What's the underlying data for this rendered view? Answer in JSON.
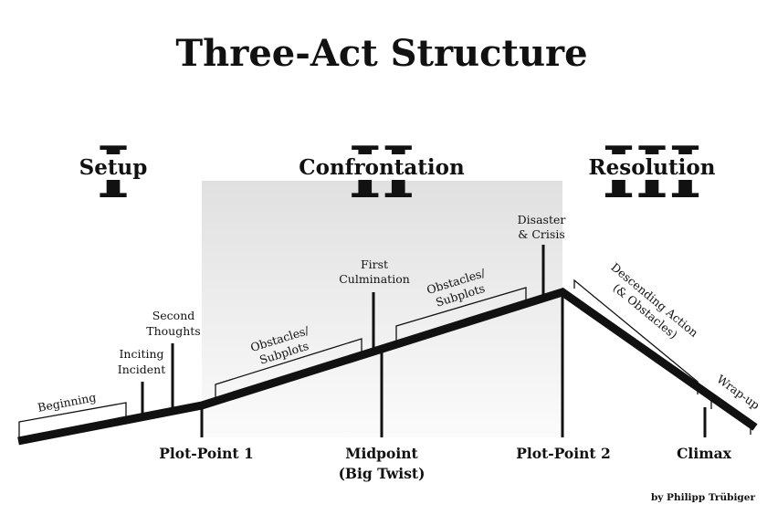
{
  "title": "Three-Act Structure",
  "acts": [
    {
      "numeral": "I",
      "name": "Setup"
    },
    {
      "numeral": "II",
      "name": "Confrontation"
    },
    {
      "numeral": "III",
      "name": "Resolution"
    }
  ],
  "brackets": {
    "beginning": "Beginning",
    "obstacles_subplots_1": [
      "Obstacles/",
      "Subplots"
    ],
    "obstacles_subplots_2": [
      "Obstacles/",
      "Subplots"
    ],
    "descending_action": [
      "Descending Action",
      "(& Obstacles)"
    ],
    "wrap_up": "Wrap-up"
  },
  "events": {
    "inciting_incident": [
      "Inciting",
      "Incident"
    ],
    "second_thoughts": [
      "Second",
      "Thoughts"
    ],
    "first_culmination": [
      "First",
      "Culmination"
    ],
    "disaster_crisis": [
      "Disaster",
      "& Crisis"
    ]
  },
  "plot_points": {
    "plot_point_1": "Plot-Point 1",
    "midpoint": [
      "Midpoint",
      "(Big Twist)"
    ],
    "plot_point_2": "Plot-Point 2",
    "climax": "Climax"
  },
  "credit": "by Philipp Trübiger",
  "colors": {
    "ink": "#111111",
    "shade_top": "#e2e2e2",
    "shade_bottom": "#ffffff"
  }
}
